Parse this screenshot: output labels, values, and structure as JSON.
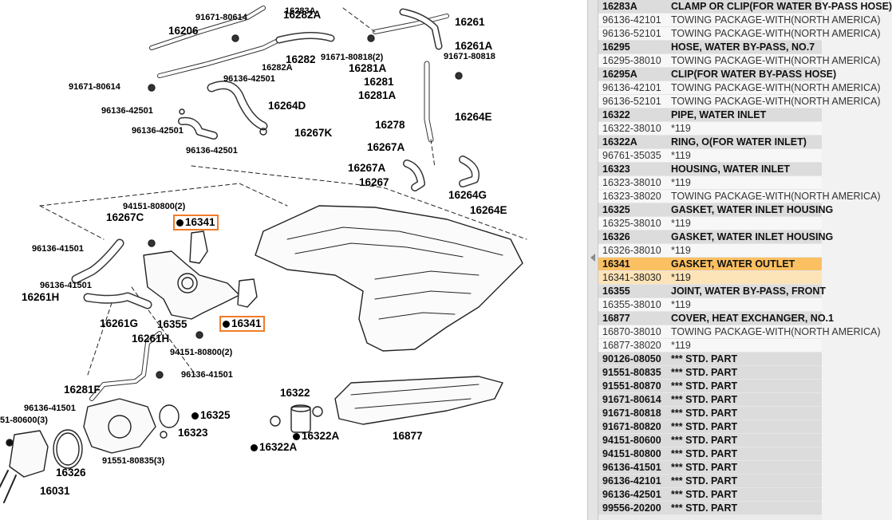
{
  "diagram": {
    "highlight_color": "#f07b28",
    "callouts": [
      {
        "text": "16283A",
        "size": "sm",
        "hl": false
      },
      {
        "text": "91671-80614",
        "size": "sm",
        "hl": false
      },
      {
        "text": "16206",
        "size": "lg",
        "hl": false
      },
      {
        "text": "16282A",
        "size": "lg",
        "hl": false
      },
      {
        "text": "16261",
        "size": "lg",
        "hl": false
      },
      {
        "text": "16261A",
        "size": "lg",
        "hl": false
      },
      {
        "text": "16282A",
        "size": "sm",
        "hl": false
      },
      {
        "text": "16282",
        "size": "lg",
        "hl": false
      },
      {
        "text": "91671-80818(2)",
        "size": "sm",
        "hl": false
      },
      {
        "text": "91671-80818",
        "size": "sm",
        "hl": false
      },
      {
        "text": "16281A",
        "size": "lg",
        "hl": false
      },
      {
        "text": "16281",
        "size": "lg",
        "hl": false
      },
      {
        "text": "16281A",
        "size": "lg",
        "hl": false
      },
      {
        "text": "91671-80614",
        "size": "sm",
        "hl": false
      },
      {
        "text": "96136-42501",
        "size": "sm",
        "hl": false
      },
      {
        "text": "16264D",
        "size": "lg",
        "hl": false
      },
      {
        "text": "96136-42501",
        "size": "sm",
        "hl": false
      },
      {
        "text": "16267K",
        "size": "lg",
        "hl": false
      },
      {
        "text": "96136-42501",
        "size": "sm",
        "hl": false
      },
      {
        "text": "96136-42501",
        "size": "sm",
        "hl": false
      },
      {
        "text": "16278",
        "size": "lg",
        "hl": false
      },
      {
        "text": "16264E",
        "size": "lg",
        "hl": false
      },
      {
        "text": "16267A",
        "size": "lg",
        "hl": false
      },
      {
        "text": "16267A",
        "size": "lg",
        "hl": false
      },
      {
        "text": "16267",
        "size": "lg",
        "hl": false
      },
      {
        "text": "16264G",
        "size": "lg",
        "hl": false
      },
      {
        "text": "16264E",
        "size": "lg",
        "hl": false
      },
      {
        "text": "94151-80800(2)",
        "size": "sm",
        "hl": false
      },
      {
        "text": "16267C",
        "size": "lg",
        "hl": false
      },
      {
        "text": "16341",
        "size": "lg",
        "hl": true,
        "dot": true
      },
      {
        "text": "96136-41501",
        "size": "sm",
        "hl": false
      },
      {
        "text": "96136-41501",
        "size": "sm",
        "hl": false
      },
      {
        "text": "16261H",
        "size": "lg",
        "hl": false
      },
      {
        "text": "16261G",
        "size": "lg",
        "hl": false
      },
      {
        "text": "16355",
        "size": "lg",
        "hl": false
      },
      {
        "text": "16341",
        "size": "lg",
        "hl": true,
        "dot": true
      },
      {
        "text": "16261H",
        "size": "lg",
        "hl": false
      },
      {
        "text": "94151-80800(2)",
        "size": "sm",
        "hl": false
      },
      {
        "text": "96136-41501",
        "size": "sm",
        "hl": false
      },
      {
        "text": "16281F",
        "size": "lg",
        "hl": false
      },
      {
        "text": "96136-41501",
        "size": "sm",
        "hl": false
      },
      {
        "text": "16325",
        "size": "lg",
        "hl": false,
        "dot": true
      },
      {
        "text": "16322",
        "size": "lg",
        "hl": false
      },
      {
        "text": "51-80600(3)",
        "size": "sm",
        "hl": false
      },
      {
        "text": "16323",
        "size": "lg",
        "hl": false
      },
      {
        "text": "16322A",
        "size": "lg",
        "hl": false,
        "dot": true
      },
      {
        "text": "16877",
        "size": "lg",
        "hl": false
      },
      {
        "text": "16322A",
        "size": "lg",
        "hl": false,
        "dot": true
      },
      {
        "text": "91551-80835(3)",
        "size": "sm",
        "hl": false
      },
      {
        "text": "16326",
        "size": "lg",
        "hl": false
      },
      {
        "text": "16031",
        "size": "lg",
        "hl": false
      }
    ]
  },
  "parts_list": {
    "selected_color": "#fbc062",
    "rows": [
      {
        "num": "16283A",
        "desc": "CLAMP OR CLIP(FOR WATER BY-PASS HOSE)",
        "type": "group"
      },
      {
        "num": "96136-42101",
        "desc": "TOWING PACKAGE-WITH(NORTH AMERICA)",
        "type": "sub"
      },
      {
        "num": "96136-52101",
        "desc": "TOWING PACKAGE-WITH(NORTH AMERICA)",
        "type": "sub"
      },
      {
        "num": "16295",
        "desc": "HOSE, WATER BY-PASS, NO.7",
        "type": "group"
      },
      {
        "num": "16295-38010",
        "desc": "TOWING PACKAGE-WITH(NORTH AMERICA)",
        "type": "sub"
      },
      {
        "num": "16295A",
        "desc": "CLIP(FOR WATER BY-PASS HOSE)",
        "type": "group"
      },
      {
        "num": "96136-42101",
        "desc": "TOWING PACKAGE-WITH(NORTH AMERICA)",
        "type": "sub"
      },
      {
        "num": "96136-52101",
        "desc": "TOWING PACKAGE-WITH(NORTH AMERICA)",
        "type": "sub"
      },
      {
        "num": "16322",
        "desc": "PIPE, WATER INLET",
        "type": "group"
      },
      {
        "num": "16322-38010",
        "desc": "*119",
        "type": "sub"
      },
      {
        "num": "16322A",
        "desc": "RING, O(FOR WATER INLET)",
        "type": "group"
      },
      {
        "num": "96761-35035",
        "desc": "*119",
        "type": "sub"
      },
      {
        "num": "16323",
        "desc": "HOUSING, WATER INLET",
        "type": "group"
      },
      {
        "num": "16323-38010",
        "desc": "*119",
        "type": "sub"
      },
      {
        "num": "16323-38020",
        "desc": "TOWING PACKAGE-WITH(NORTH AMERICA)",
        "type": "sub"
      },
      {
        "num": "16325",
        "desc": "GASKET, WATER INLET HOUSING",
        "type": "group"
      },
      {
        "num": "16325-38010",
        "desc": "*119",
        "type": "sub"
      },
      {
        "num": "16326",
        "desc": "GASKET, WATER INLET HOUSING",
        "type": "group"
      },
      {
        "num": "16326-38010",
        "desc": "*119",
        "type": "sub"
      },
      {
        "num": "16341",
        "desc": "GASKET, WATER OUTLET",
        "type": "selected"
      },
      {
        "num": "16341-38030",
        "desc": "*119",
        "type": "selected-sub"
      },
      {
        "num": "16355",
        "desc": "JOINT, WATER BY-PASS, FRONT",
        "type": "group"
      },
      {
        "num": "16355-38010",
        "desc": "*119",
        "type": "sub"
      },
      {
        "num": "16877",
        "desc": "COVER, HEAT EXCHANGER, NO.1",
        "type": "group"
      },
      {
        "num": "16870-38010",
        "desc": "TOWING PACKAGE-WITH(NORTH AMERICA)",
        "type": "sub"
      },
      {
        "num": "16877-38020",
        "desc": "*119",
        "type": "sub"
      },
      {
        "num": "90126-08050",
        "desc": "*** STD. PART",
        "type": "std"
      },
      {
        "num": "91551-80835",
        "desc": "*** STD. PART",
        "type": "std"
      },
      {
        "num": "91551-80870",
        "desc": "*** STD. PART",
        "type": "std"
      },
      {
        "num": "91671-80614",
        "desc": "*** STD. PART",
        "type": "std"
      },
      {
        "num": "91671-80818",
        "desc": "*** STD. PART",
        "type": "std"
      },
      {
        "num": "91671-80820",
        "desc": "*** STD. PART",
        "type": "std"
      },
      {
        "num": "94151-80600",
        "desc": "*** STD. PART",
        "type": "std"
      },
      {
        "num": "94151-80800",
        "desc": "*** STD. PART",
        "type": "std"
      },
      {
        "num": "96136-41501",
        "desc": "*** STD. PART",
        "type": "std"
      },
      {
        "num": "96136-42101",
        "desc": "*** STD. PART",
        "type": "std"
      },
      {
        "num": "96136-42501",
        "desc": "*** STD. PART",
        "type": "std"
      },
      {
        "num": "99556-20200",
        "desc": "*** STD. PART",
        "type": "std"
      }
    ]
  }
}
